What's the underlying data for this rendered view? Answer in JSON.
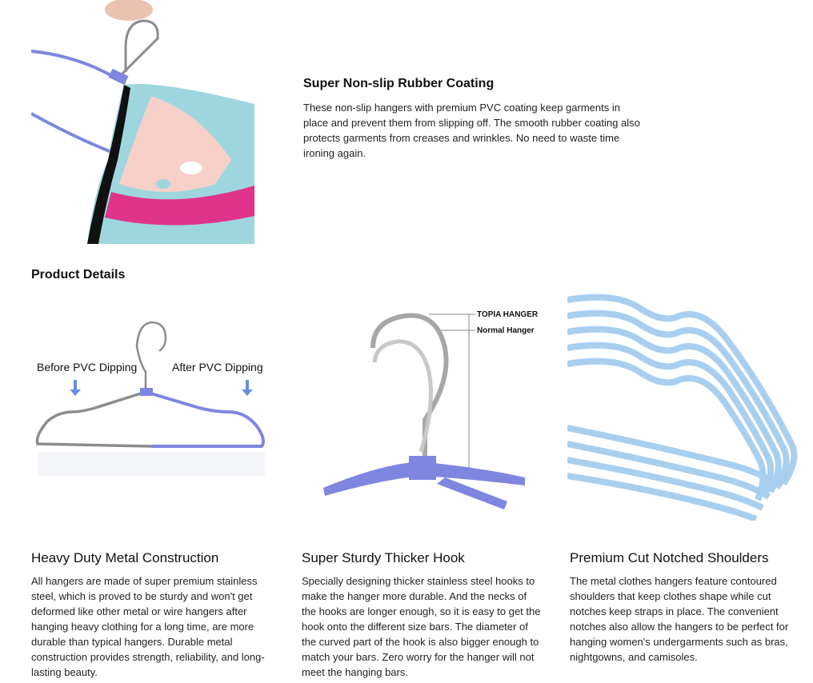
{
  "hero": {
    "heading": "Super Non-slip Rubber Coating",
    "body": "These non-slip hangers with premium PVC coating keep garments in place and prevent them from slipping off. The smooth rubber coating also protects garments from creases and wrinkles. No need to waste time ironing again."
  },
  "section": {
    "heading": "Product Details"
  },
  "features": [
    {
      "title": "Heavy Duty Metal Construction",
      "body": "All hangers are made of super premium stainless steel, which is proved to be sturdy and won't get deformed like other metal or wire hangers after hanging heavy clothing for a long time, are more durable than typical hangers. Durable metal construction provides strength, reliability, and long-lasting beauty.",
      "image_labels": {
        "before": "Before PVC Dipping",
        "after": "After PVC Dipping"
      }
    },
    {
      "title": "Super Sturdy Thicker Hook",
      "body": "Specially designing thicker stainless steel hooks to make the hanger more durable. And the necks of the hooks are longer enough, so it is easy to get the hook onto the different size bars. The diameter of the curved part of the hook is also bigger enough to match your bars. Zero worry for the hanger will not meet the hanging bars.",
      "image_labels": {
        "topia": "TOPIA HANGER",
        "normal": "Normal Hanger"
      }
    },
    {
      "title": "Premium Cut Notched Shoulders",
      "body": "The metal clothes hangers feature contoured shoulders that keep clothes shape while cut notches keep straps in place. The convenient notches also allow the hangers to be perfect for hanging women's undergarments such as bras, nightgowns, and camisoles."
    }
  ],
  "colors": {
    "pvc_blue": "#7f86e0",
    "light_blue": "#a9cfee",
    "pink": "#e0338a",
    "steel": "#9a9a9a"
  }
}
